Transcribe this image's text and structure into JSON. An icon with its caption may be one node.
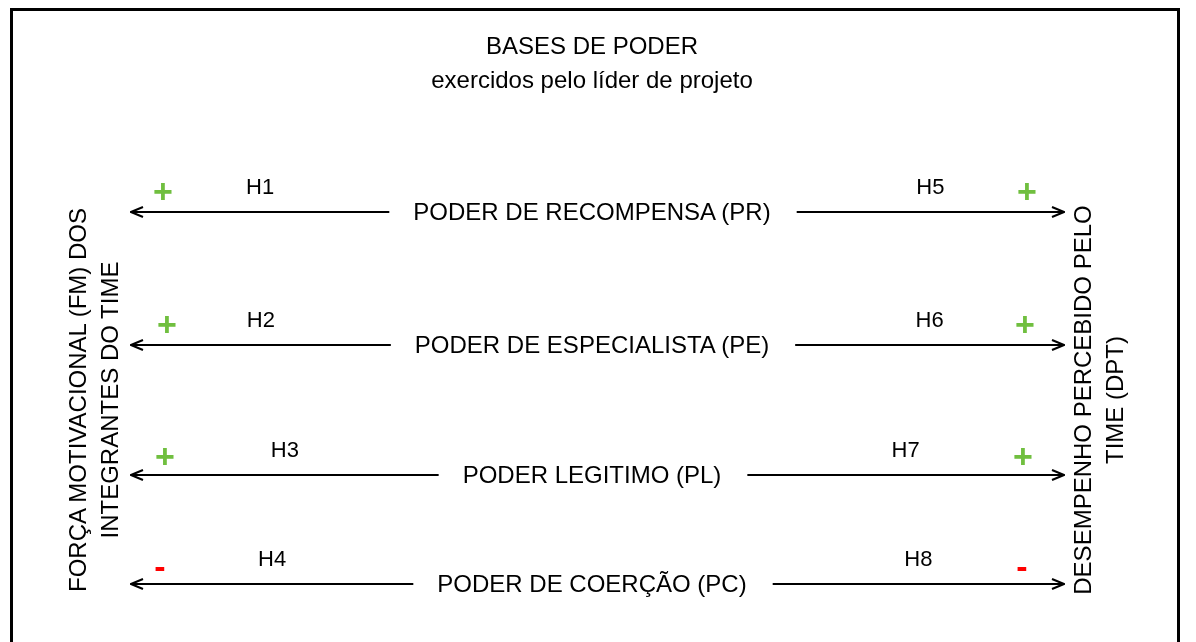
{
  "diagram": {
    "title": "BASES DE PODER",
    "nodes": [
      {
        "text": [
          "FORÇA MOTIVACIONAL (FM) DOS INTEGRANTES DO TIME"
        ]
      },
      {
        "text": [
          "DESEMPENHO PERCEBIDO PELO TIME (DPT)"
        ]
      },
      {
        "text": [
          "PODER DE RECOMPENSA (PR)"
        ]
      },
      {
        "text": [
          "PODER DE ESPECIALISTA (PE)"
        ]
      },
      {
        "text": [
          "PODER LEGITIMO (PL)"
        ]
      },
      {
        "text": [
          "PODER DE COERÇÃO (PC)"
        ]
      }
    ],
    "edges": [
      {
        "from": 2,
        "to": 0,
        "arrow": "to",
        "label": "H1"
      },
      {
        "from": 3,
        "to": 0,
        "arrow": "to",
        "label": "H2"
      },
      {
        "from": 4,
        "to": 0,
        "arrow": "to",
        "label": "H3"
      },
      {
        "from": 5,
        "to": 0,
        "arrow": "to",
        "label": "H4"
      },
      {
        "from": 2,
        "to": 1,
        "arrow": "to",
        "label": "H5"
      },
      {
        "from": 3,
        "to": 1,
        "arrow": "to",
        "label": "H6"
      },
      {
        "from": 4,
        "to": 1,
        "arrow": "to",
        "label": "H7"
      },
      {
        "from": 5,
        "to": 1,
        "arrow": "to",
        "label": "H8"
      }
    ],
    "labels": [
      "exercidos pelo líder de projeto",
      "+",
      "+",
      "+",
      "+",
      "+",
      "+",
      "-",
      "-"
    ]
  }
}
